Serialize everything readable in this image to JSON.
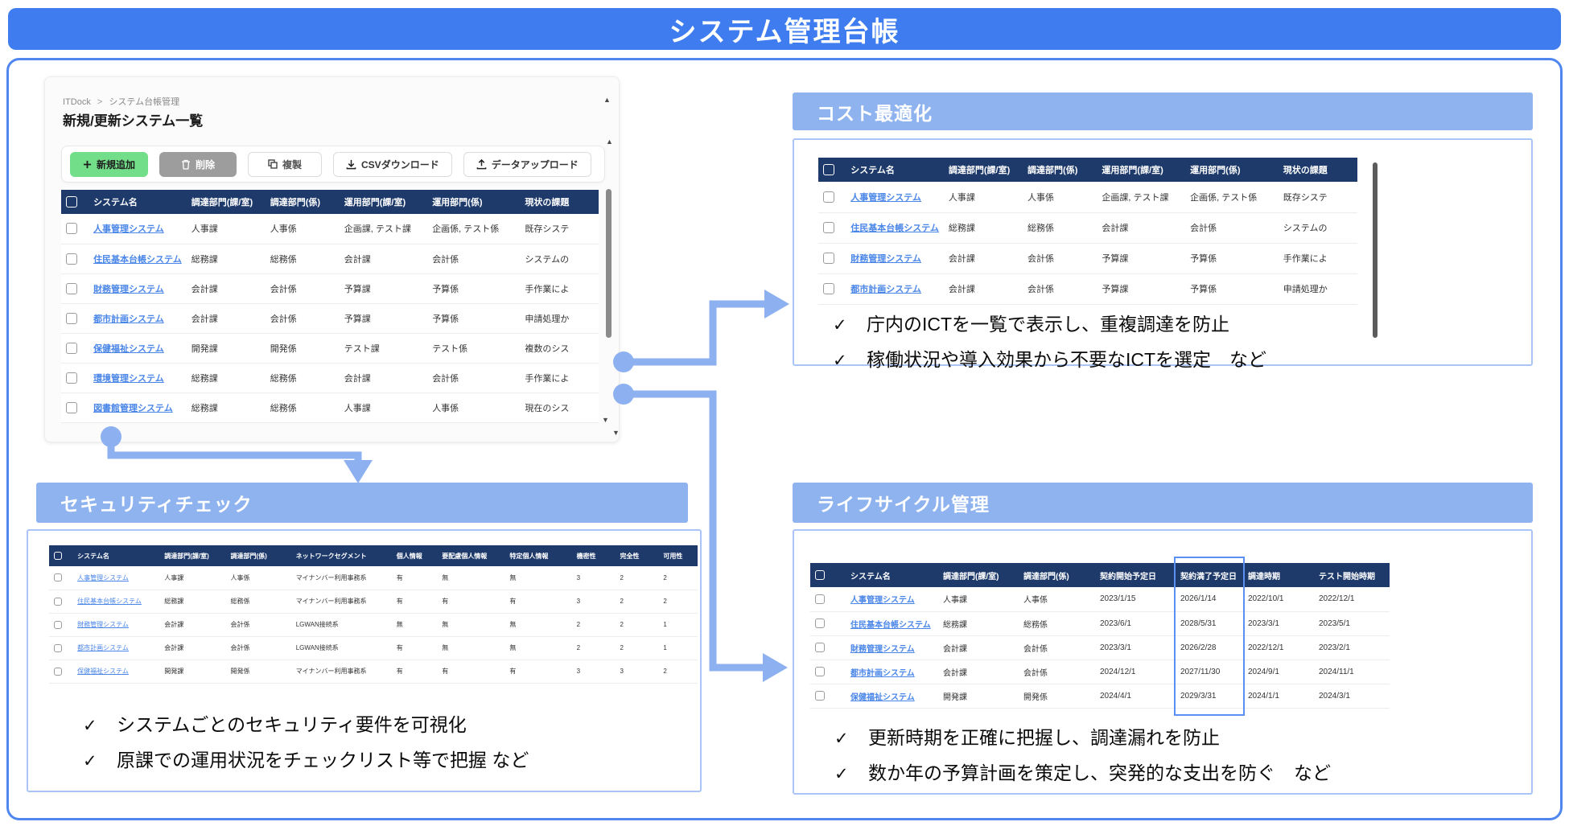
{
  "banner": {
    "title": "システム管理台帳"
  },
  "main_panel": {
    "breadcrumb": {
      "root": "ITDock",
      "sep": ">",
      "current": "システム台帳管理"
    },
    "title": "新規/更新システム一覧",
    "toolbar": {
      "add": "新規追加",
      "delete": "削除",
      "duplicate": "複製",
      "csv_download": "CSVダウンロード",
      "data_upload": "データアップロード"
    },
    "table": {
      "headers": [
        "システム名",
        "調達部門(課/室)",
        "調達部門(係)",
        "運用部門(課/室)",
        "運用部門(係)",
        "現状の課題"
      ],
      "rows": [
        [
          "人事管理システム",
          "人事課",
          "人事係",
          "企画課, テスト課",
          "企画係, テスト係",
          "既存システ"
        ],
        [
          "住民基本台帳システム",
          "総務課",
          "総務係",
          "会計課",
          "会計係",
          "システムの"
        ],
        [
          "財務管理システム",
          "会計課",
          "会計係",
          "予算課",
          "予算係",
          "手作業によ"
        ],
        [
          "都市計画システム",
          "会計課",
          "会計係",
          "予算課",
          "予算係",
          "申請処理か"
        ],
        [
          "保健福祉システム",
          "開発課",
          "開発係",
          "テスト課",
          "テスト係",
          "複数のシス"
        ],
        [
          "環境管理システム",
          "総務課",
          "総務係",
          "会計課",
          "会計係",
          "手作業によ"
        ],
        [
          "図書館管理システム",
          "総務課",
          "総務係",
          "人事課",
          "人事係",
          "現在のシス"
        ]
      ]
    }
  },
  "cost_panel": {
    "title": "コスト最適化",
    "table": {
      "headers": [
        "システム名",
        "調達部門(課/室)",
        "調達部門(係)",
        "運用部門(課/室)",
        "運用部門(係)",
        "現状の課題"
      ],
      "rows": [
        [
          "人事管理システム",
          "人事課",
          "人事係",
          "企画課, テスト課",
          "企画係, テスト係",
          "既存システ"
        ],
        [
          "住民基本台帳システム",
          "総務課",
          "総務係",
          "会計課",
          "会計係",
          "システムの"
        ],
        [
          "財務管理システム",
          "会計課",
          "会計係",
          "予算課",
          "予算係",
          "手作業によ"
        ],
        [
          "都市計画システム",
          "会計課",
          "会計係",
          "予算課",
          "予算係",
          "申請処理か"
        ]
      ]
    },
    "checks": [
      "庁内のICTを一覧で表示し、重複調達を防止",
      "稼働状況や導入効果から不要なICTを選定　など"
    ]
  },
  "security_panel": {
    "title": "セキュリティチェック",
    "table": {
      "headers": [
        "システム名",
        "調達部門(課/室)",
        "調達部門(係)",
        "ネットワークセグメント",
        "個人情報",
        "要配慮個人情報",
        "特定個人情報",
        "機密性",
        "完全性",
        "可用性"
      ],
      "rows": [
        [
          "人事管理システム",
          "人事課",
          "人事係",
          "マイナンバー利用事務系",
          "有",
          "無",
          "無",
          "3",
          "2",
          "2"
        ],
        [
          "住民基本台帳システム",
          "総務課",
          "総務係",
          "マイナンバー利用事務系",
          "有",
          "有",
          "有",
          "3",
          "2",
          "2"
        ],
        [
          "財務管理システム",
          "会計課",
          "会計係",
          "LGWAN接続系",
          "無",
          "無",
          "無",
          "2",
          "2",
          "1"
        ],
        [
          "都市計画システム",
          "会計課",
          "会計係",
          "LGWAN接続系",
          "有",
          "無",
          "無",
          "2",
          "2",
          "1"
        ],
        [
          "保健福祉システム",
          "開発課",
          "開発係",
          "マイナンバー利用事務系",
          "有",
          "有",
          "有",
          "3",
          "3",
          "2"
        ]
      ]
    },
    "checks": [
      "システムごとのセキュリティ要件を可視化",
      "原課での運用状況をチェックリスト等で把握 など"
    ]
  },
  "lifecycle_panel": {
    "title": "ライフサイクル管理",
    "highlight_column": "契約満了予定日",
    "table": {
      "headers": [
        "システム名",
        "調達部門(課/室)",
        "調達部門(係)",
        "契約開始予定日",
        "契約満了予定日",
        "調達時期",
        "テスト開始時期"
      ],
      "rows": [
        [
          "人事管理システム",
          "人事課",
          "人事係",
          "2023/1/15",
          "2026/1/14",
          "2022/10/1",
          "2022/12/1"
        ],
        [
          "住民基本台帳システム",
          "総務課",
          "総務係",
          "2023/6/1",
          "2028/5/31",
          "2023/3/1",
          "2023/5/1"
        ],
        [
          "財務管理システム",
          "会計課",
          "会計係",
          "2023/3/1",
          "2026/2/28",
          "2022/12/1",
          "2023/2/1"
        ],
        [
          "都市計画システム",
          "会計課",
          "会計係",
          "2024/12/1",
          "2027/11/30",
          "2024/9/1",
          "2024/11/1"
        ],
        [
          "保健福祉システム",
          "開発課",
          "開発係",
          "2024/4/1",
          "2029/3/31",
          "2024/1/1",
          "2024/3/1"
        ]
      ]
    },
    "checks": [
      "更新時期を正確に把握し、調達漏れを防止",
      "数か年の予算計画を策定し、突発的な支出を防ぐ　など"
    ]
  },
  "colors": {
    "banner_bg": "#3e7cf0",
    "panel_header_bg": "#8fb3ef",
    "table_header_bg": "#1e3a6b",
    "link": "#4a86e8",
    "arrow": "#8db1f0",
    "add_button_bg": "#72de89",
    "delete_button_bg": "#9d9d9d",
    "outer_border": "#4f86f0",
    "highlight_border": "#5b8ff2"
  }
}
